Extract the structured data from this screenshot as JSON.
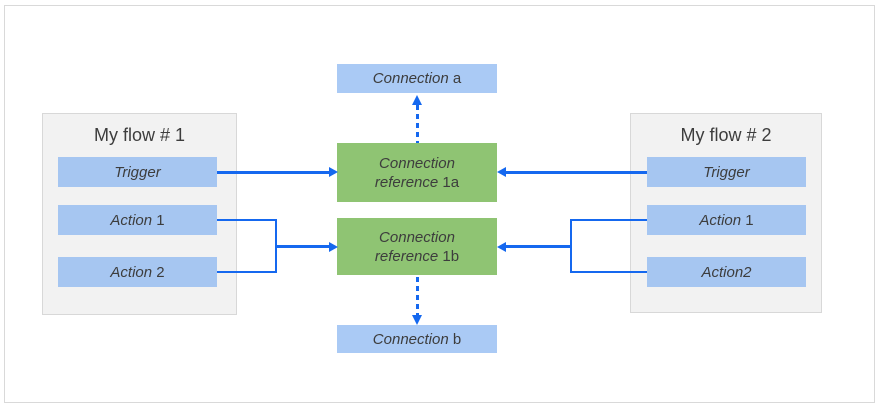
{
  "colors": {
    "connector": "#1568ef",
    "node_blue": "#a6c6f1",
    "connection_blue": "#aacaf5",
    "node_green": "#8fc473",
    "container_bg": "#f2f2f2",
    "container_border": "#d8d8d8",
    "page_border": "#d9d9d9",
    "text": "#3d3d3d"
  },
  "flow1": {
    "title": "My flow # 1",
    "nodes": [
      {
        "em": "Trigger",
        "id": ""
      },
      {
        "em": "Action",
        "id": " 1"
      },
      {
        "em": "Action",
        "id": " 2"
      }
    ]
  },
  "flow2": {
    "title": "My flow # 2",
    "nodes": [
      {
        "em": "Trigger",
        "id": ""
      },
      {
        "em": "Action",
        "id": " 1"
      },
      {
        "em": "Action2",
        "id": ""
      }
    ]
  },
  "references": [
    {
      "line1_em": "Connection",
      "line2_em": "reference",
      "line2_id": " 1a"
    },
    {
      "line1_em": "Connection",
      "line2_em": "reference",
      "line2_id": " 1b"
    }
  ],
  "connections": [
    {
      "em": "Connection",
      "id": " a"
    },
    {
      "em": "Connection",
      "id": " b"
    }
  ]
}
